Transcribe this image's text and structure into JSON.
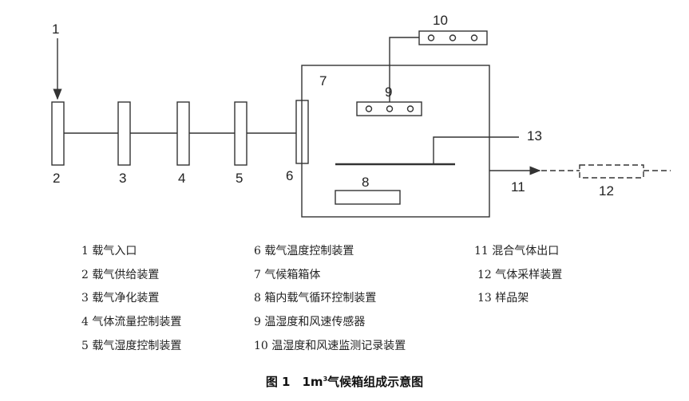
{
  "diagram": {
    "labels": {
      "n1": "1",
      "n2": "2",
      "n3": "3",
      "n4": "4",
      "n5": "5",
      "n6": "6",
      "n7": "7",
      "n8": "8",
      "n9": "9",
      "n10": "10",
      "n11": "11",
      "n12": "12",
      "n13": "13"
    }
  },
  "legend": {
    "col1": [
      "1 载气入口",
      "2 载气供给装置",
      "3 载气净化装置",
      "4 气体流量控制装置",
      "5 载气湿度控制装置"
    ],
    "col2": [
      "6 载气温度控制装置",
      "7 气候箱箱体",
      "8 箱内载气循环控制装置",
      "9 温湿度和风速传感器",
      "10 温湿度和风速监测记录装置"
    ],
    "col3": [
      "11 混合气体出口",
      "12 气体采样装置",
      "13 样品架"
    ]
  },
  "caption": {
    "prefix": "图 1　1m",
    "sup": "3",
    "suffix": "气候箱组成示意图"
  }
}
